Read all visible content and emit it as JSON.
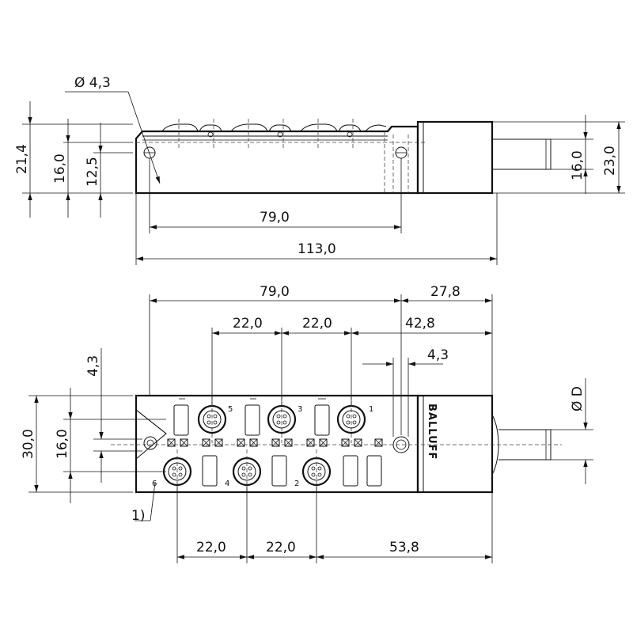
{
  "side_view": {
    "dim_hole_dia": "Ø 4,3",
    "dim_21_4": "21,4",
    "dim_16_0_left": "16,0",
    "dim_12_5": "12,5",
    "dim_16_0_right": "16,0",
    "dim_23_0": "23,0",
    "dim_79_0": "79,0",
    "dim_113_0": "113,0"
  },
  "top_view": {
    "dim_79_0": "79,0",
    "dim_27_8": "27,8",
    "dim_22_0_a": "22,0",
    "dim_22_0_b": "22,0",
    "dim_42_8": "42,8",
    "dim_4_3_h": "4,3",
    "dim_4_3_v": "4,3",
    "dim_30_0": "30,0",
    "dim_16_0": "16,0",
    "dim_cable_dia": "Ø D",
    "dim_22_0_c": "22,0",
    "dim_22_0_d": "22,0",
    "dim_53_8": "53,8",
    "note_ref": "1)",
    "brand": "BALLUFF",
    "port_labels": [
      "5",
      "3",
      "1",
      "6",
      "4",
      "2"
    ]
  }
}
